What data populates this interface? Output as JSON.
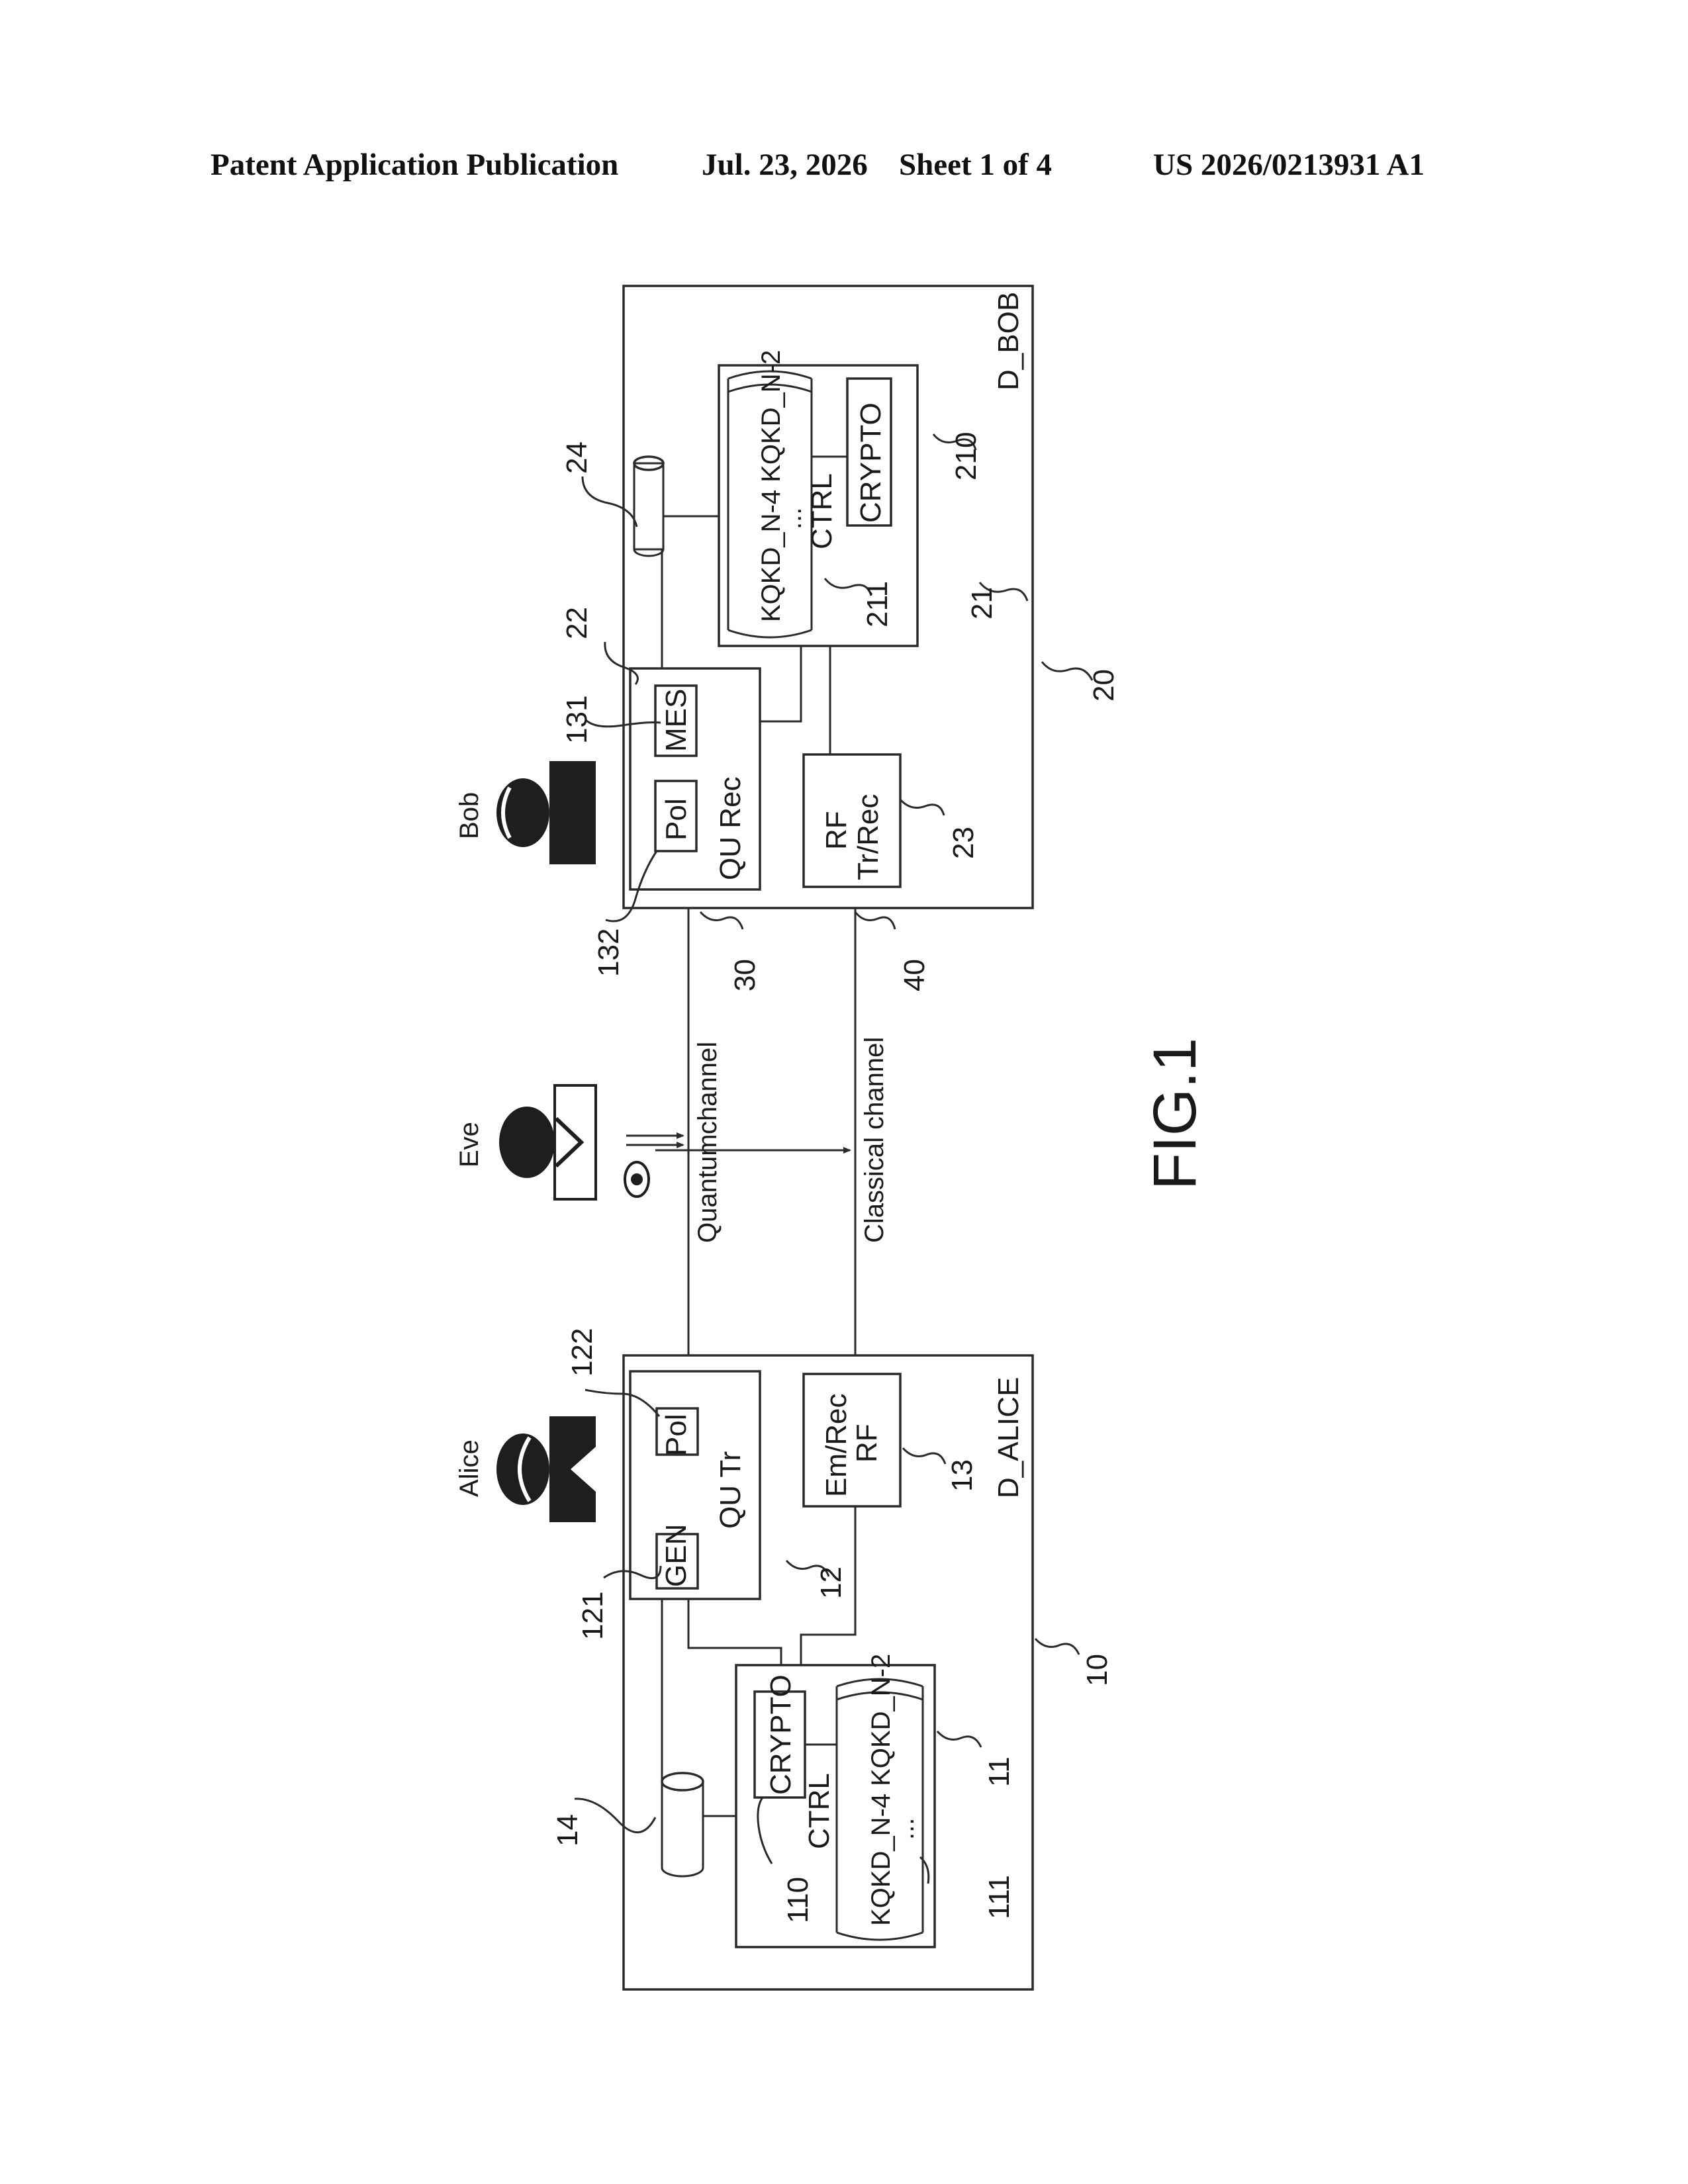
{
  "header": {
    "publication": "Patent Application Publication",
    "date": "Jul. 23, 2026",
    "sheet": "Sheet 1 of 4",
    "number": "US 2026/0213931 A1"
  },
  "figure": {
    "caption": "FIG.1",
    "people": {
      "alice": "Alice",
      "eve": "Eve",
      "bob": "Bob"
    },
    "channels": {
      "quantum_a": "Quantum",
      "quantum_b": "channel",
      "classical": "Classical channel"
    },
    "alice_device": {
      "name": "D_ALICE",
      "qu_tr": "QU Tr",
      "gen": "GEN",
      "pol": "Pol",
      "rf_a": "Em/Rec",
      "rf_b": "RF",
      "ctrl": "CTRL",
      "crypto": "CRYPTO",
      "keys": "KQKD_N-4 KQKD_N-2",
      "dots": "..."
    },
    "bob_device": {
      "name": "D_BOB",
      "qu_rec": "QU Rec",
      "mes": "MES",
      "pol": "Pol",
      "rf_a": "RF",
      "rf_b": "Tr/Rec",
      "ctrl": "CTRL",
      "crypto": "CRYPTO",
      "keys": "KQKD_N-4 KQKD_N-2",
      "dots": "..."
    },
    "refs": {
      "r10": "10",
      "r11": "11",
      "r12": "12",
      "r13": "13",
      "r14": "14",
      "r110": "110",
      "r111": "111",
      "r121": "121",
      "r122": "122",
      "r20": "20",
      "r21": "21",
      "r22": "22",
      "r23": "23",
      "r24": "24",
      "r210": "210",
      "r211": "211",
      "r131": "131",
      "r132": "132",
      "r30": "30",
      "r40": "40"
    }
  }
}
